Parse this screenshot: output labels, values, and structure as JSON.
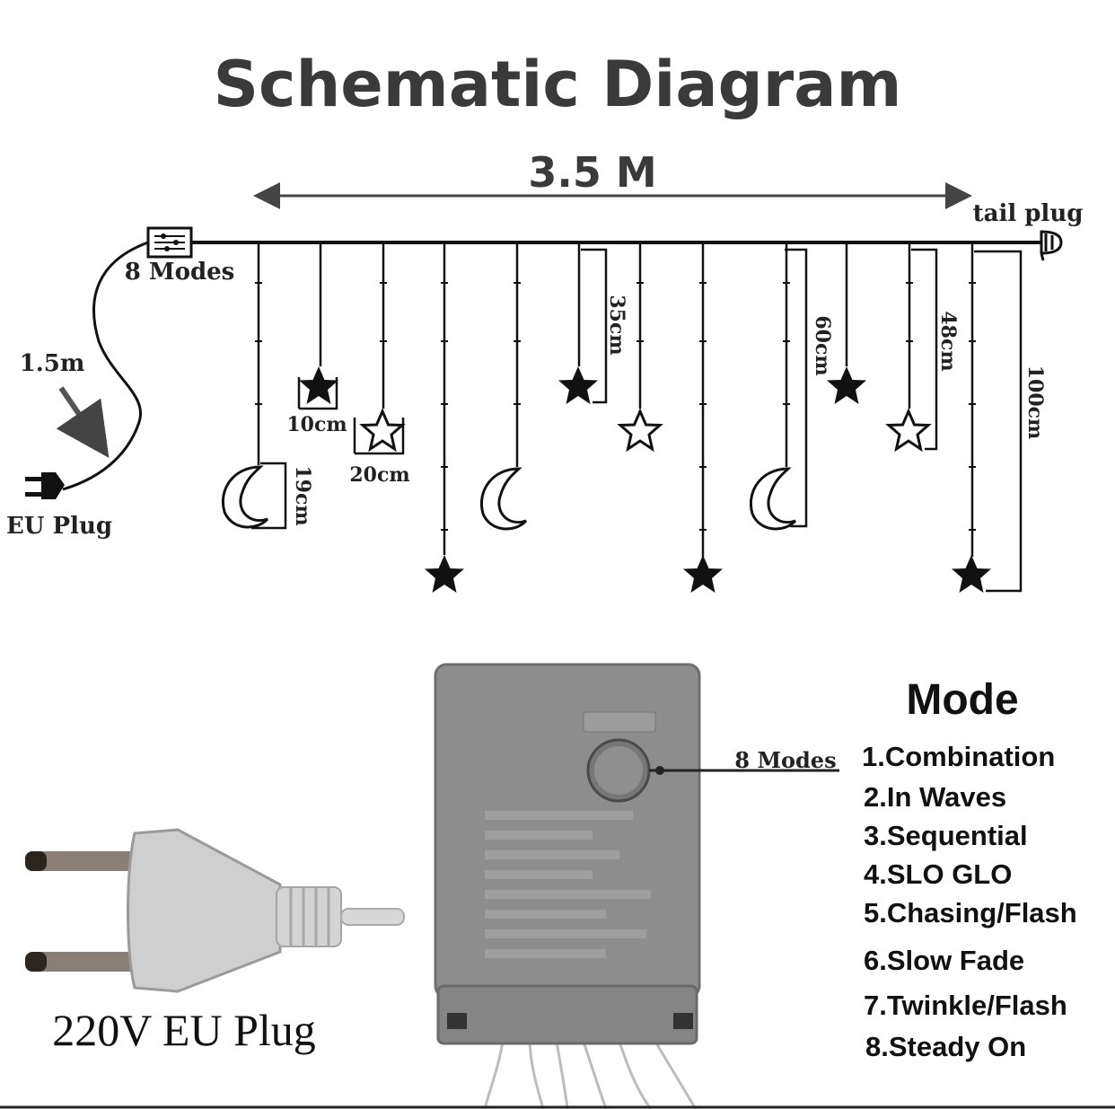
{
  "diagram": {
    "title": "Schematic Diagram",
    "total_length": "3.5 M",
    "tail_plug_label": "tail plug",
    "controller_label": "8 Modes",
    "lead_length": "1.5m",
    "plug_label": "EU Plug",
    "dimensions": {
      "d19": "19cm",
      "d10": "10cm",
      "d20": "20cm",
      "d35": "35cm",
      "d60": "60cm",
      "d48": "48cm",
      "d100": "100cm"
    }
  },
  "product": {
    "plug_caption": "220V EU Plug",
    "button_label": "8 Modes",
    "mode_heading": "Mode",
    "modes": [
      "1.Combination",
      "2.In Waves",
      "3.Sequential",
      "4.SLO GLO",
      "5.Chasing/Flash",
      "6.Slow Fade",
      "7.Twinkle/Flash",
      "8.Steady On"
    ]
  },
  "colors": {
    "line": "#111111",
    "controller_box": "#8d8d8d",
    "plug_body": "#cfcfcf"
  }
}
